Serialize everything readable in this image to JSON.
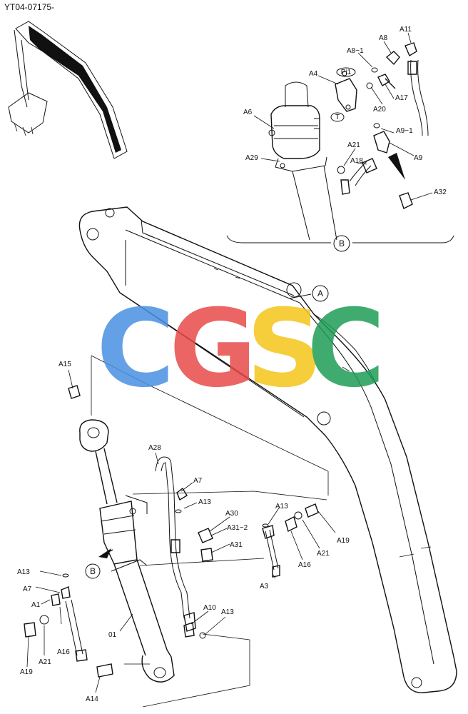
{
  "header": {
    "doc_code": "YT04-07175-"
  },
  "watermark": {
    "letters": [
      "C",
      "G",
      "S",
      "C"
    ],
    "colors": [
      "#4a90e2",
      "#e94b4b",
      "#f5c518",
      "#1f9d55"
    ]
  },
  "callouts": {
    "A": "A",
    "B_detail": "B",
    "B_arrow": "B"
  },
  "part_labels": {
    "A8": "A8",
    "A11": "A11",
    "A8_1": "A8−1",
    "A4": "A4",
    "A17": "A17",
    "A20": "A20",
    "A6": "A6",
    "A9_1": "A9−1",
    "A21_top": "A21",
    "A9": "A9",
    "A29": "A29",
    "A18": "A18",
    "A32": "A32",
    "A15": "A15",
    "A28": "A28",
    "A7_top": "A7",
    "A13_a": "A13",
    "A13_b": "A13",
    "A30": "A30",
    "A31_2": "A31−2",
    "A31": "A31",
    "A19_right": "A19",
    "A21_right": "A21",
    "A16_right": "A16",
    "A3": "A3",
    "A13_left": "A13",
    "A7_left": "A7",
    "A1": "A1",
    "P01": "01",
    "A10": "A10",
    "A13_bottom": "A13",
    "A19_left": "A19",
    "A21_left": "A21",
    "A16_left": "A16",
    "A14": "A14"
  },
  "valve_marks": {
    "pi1": "Pi1",
    "t": "T"
  }
}
